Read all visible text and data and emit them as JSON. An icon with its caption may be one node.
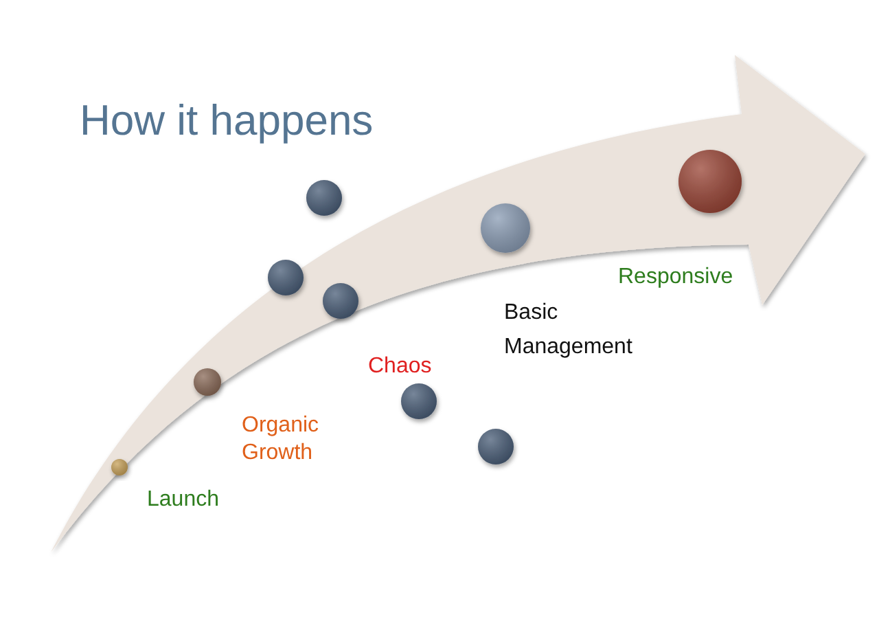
{
  "diagram": {
    "title": "How it happens",
    "labels": [
      "Launch",
      "Organic Growth",
      "Chaos",
      "Basic Management",
      "Responsive"
    ]
  }
}
